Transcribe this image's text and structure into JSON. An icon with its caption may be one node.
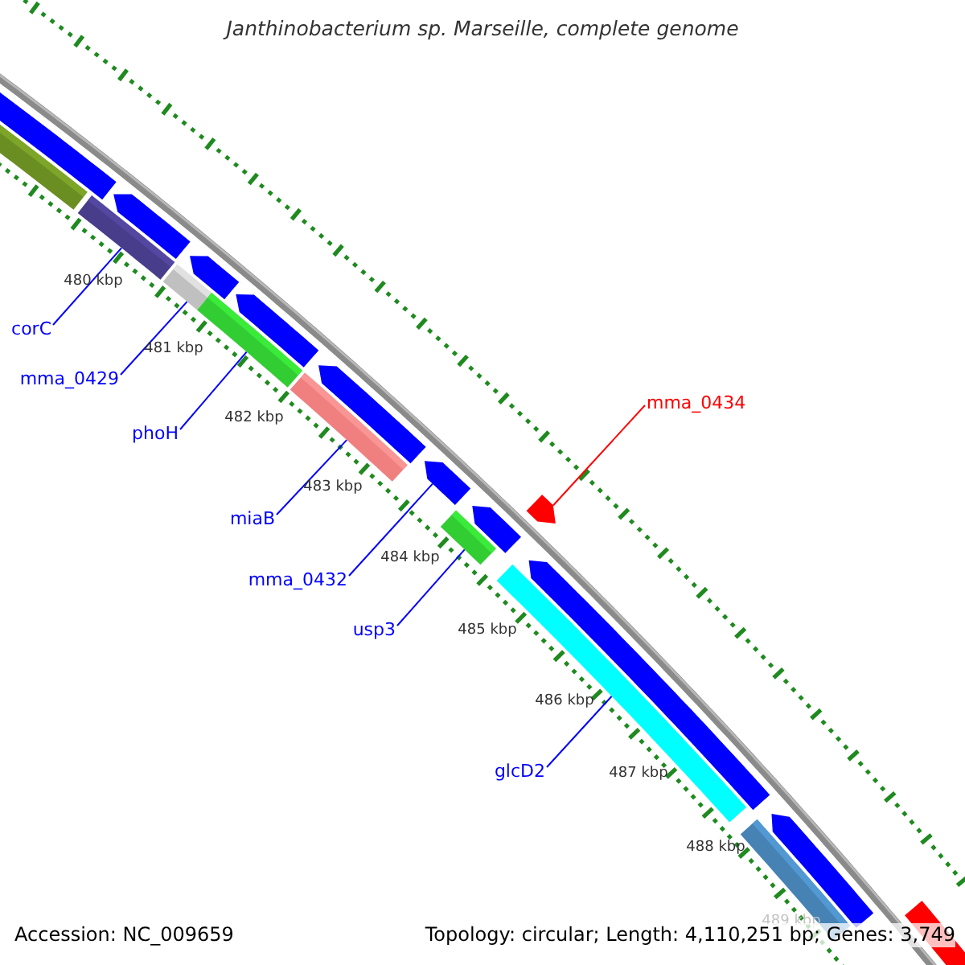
{
  "diagram": {
    "title": "Janthinobacterium sp. Marseille, complete genome",
    "nodes": [
      {
        "text": [
          "corC"
        ]
      },
      {
        "text": [],
        "shape": "bar"
      },
      {
        "text": [
          "mma_0429"
        ]
      },
      {
        "text": [],
        "shape": "bar"
      },
      {
        "text": [
          "mma_0434"
        ]
      },
      {
        "text": [],
        "shape": "pentagon"
      },
      {
        "text": [
          "phoH"
        ]
      },
      {
        "text": [],
        "shape": "bar"
      },
      {
        "text": [
          "miaB"
        ]
      },
      {
        "text": [],
        "shape": "bar"
      },
      {
        "text": [
          "mma_0432"
        ]
      },
      {
        "text": [],
        "shape": "pentagon"
      },
      {
        "text": [
          "usp3"
        ]
      },
      {
        "text": [],
        "shape": "bar"
      },
      {
        "text": [
          "glcD2"
        ]
      },
      {
        "text": [],
        "shape": "bar"
      }
    ],
    "edges": [
      {
        "from": 0,
        "to": 1,
        "arrow": "none"
      },
      {
        "from": 2,
        "to": 3,
        "arrow": "none"
      },
      {
        "from": 4,
        "to": 5,
        "arrow": "none",
        "color": "#ff0000"
      },
      {
        "from": 6,
        "to": 7,
        "arrow": "none"
      },
      {
        "from": 8,
        "to": 9,
        "arrow": "none"
      },
      {
        "from": 10,
        "to": 11,
        "arrow": "none"
      },
      {
        "from": 12,
        "to": 13,
        "arrow": "none"
      },
      {
        "from": 14,
        "to": 15,
        "arrow": "none"
      }
    ],
    "labels": [
      "480 kbp",
      "481 kbp",
      "482 kbp",
      "483 kbp",
      "484 kbp",
      "485 kbp",
      "486 kbp",
      "487 kbp",
      "488 kbp",
      "489 kbp",
      "Accession: NC_009659",
      "Topology: circular; Length: 4,110,251 bp; Genes: 3,749"
    ]
  }
}
